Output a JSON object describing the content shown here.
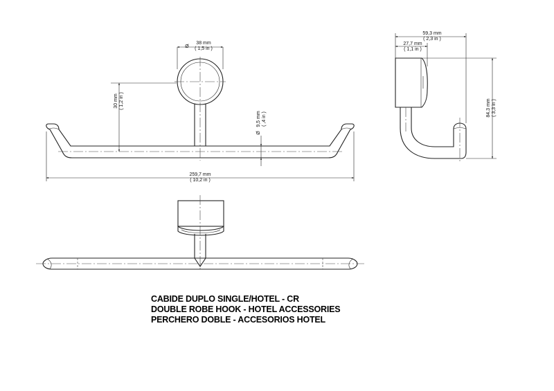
{
  "dimensions": {
    "rosette_diameter": {
      "symbol": "Ø",
      "mm": "38 mm",
      "in": "( 1,5 in )"
    },
    "hook_offset": {
      "mm": "30 mm",
      "in": "( 1,2 in )"
    },
    "rod_diameter": {
      "symbol": "Ø",
      "mm": "9,5 mm",
      "in": "( ,4 in )"
    },
    "total_width": {
      "mm": "259,7 mm",
      "in": "( 10,2 in )"
    },
    "side_depth": {
      "mm": "59,3 mm",
      "in": "( 2,3 in )"
    },
    "side_base": {
      "mm": "27,7 mm",
      "in": "( 1,1 in )"
    },
    "side_height": {
      "mm": "84,3 mm",
      "in": "( 3,3 in )"
    }
  },
  "title_lines": [
    "CABIDE DUPLO SINGLE/HOTEL - CR",
    "DOUBLE ROBE HOOK - HOTEL ACCESSORIES",
    "PERCHERO DOBLE - ACCESORIOS HOTEL"
  ]
}
